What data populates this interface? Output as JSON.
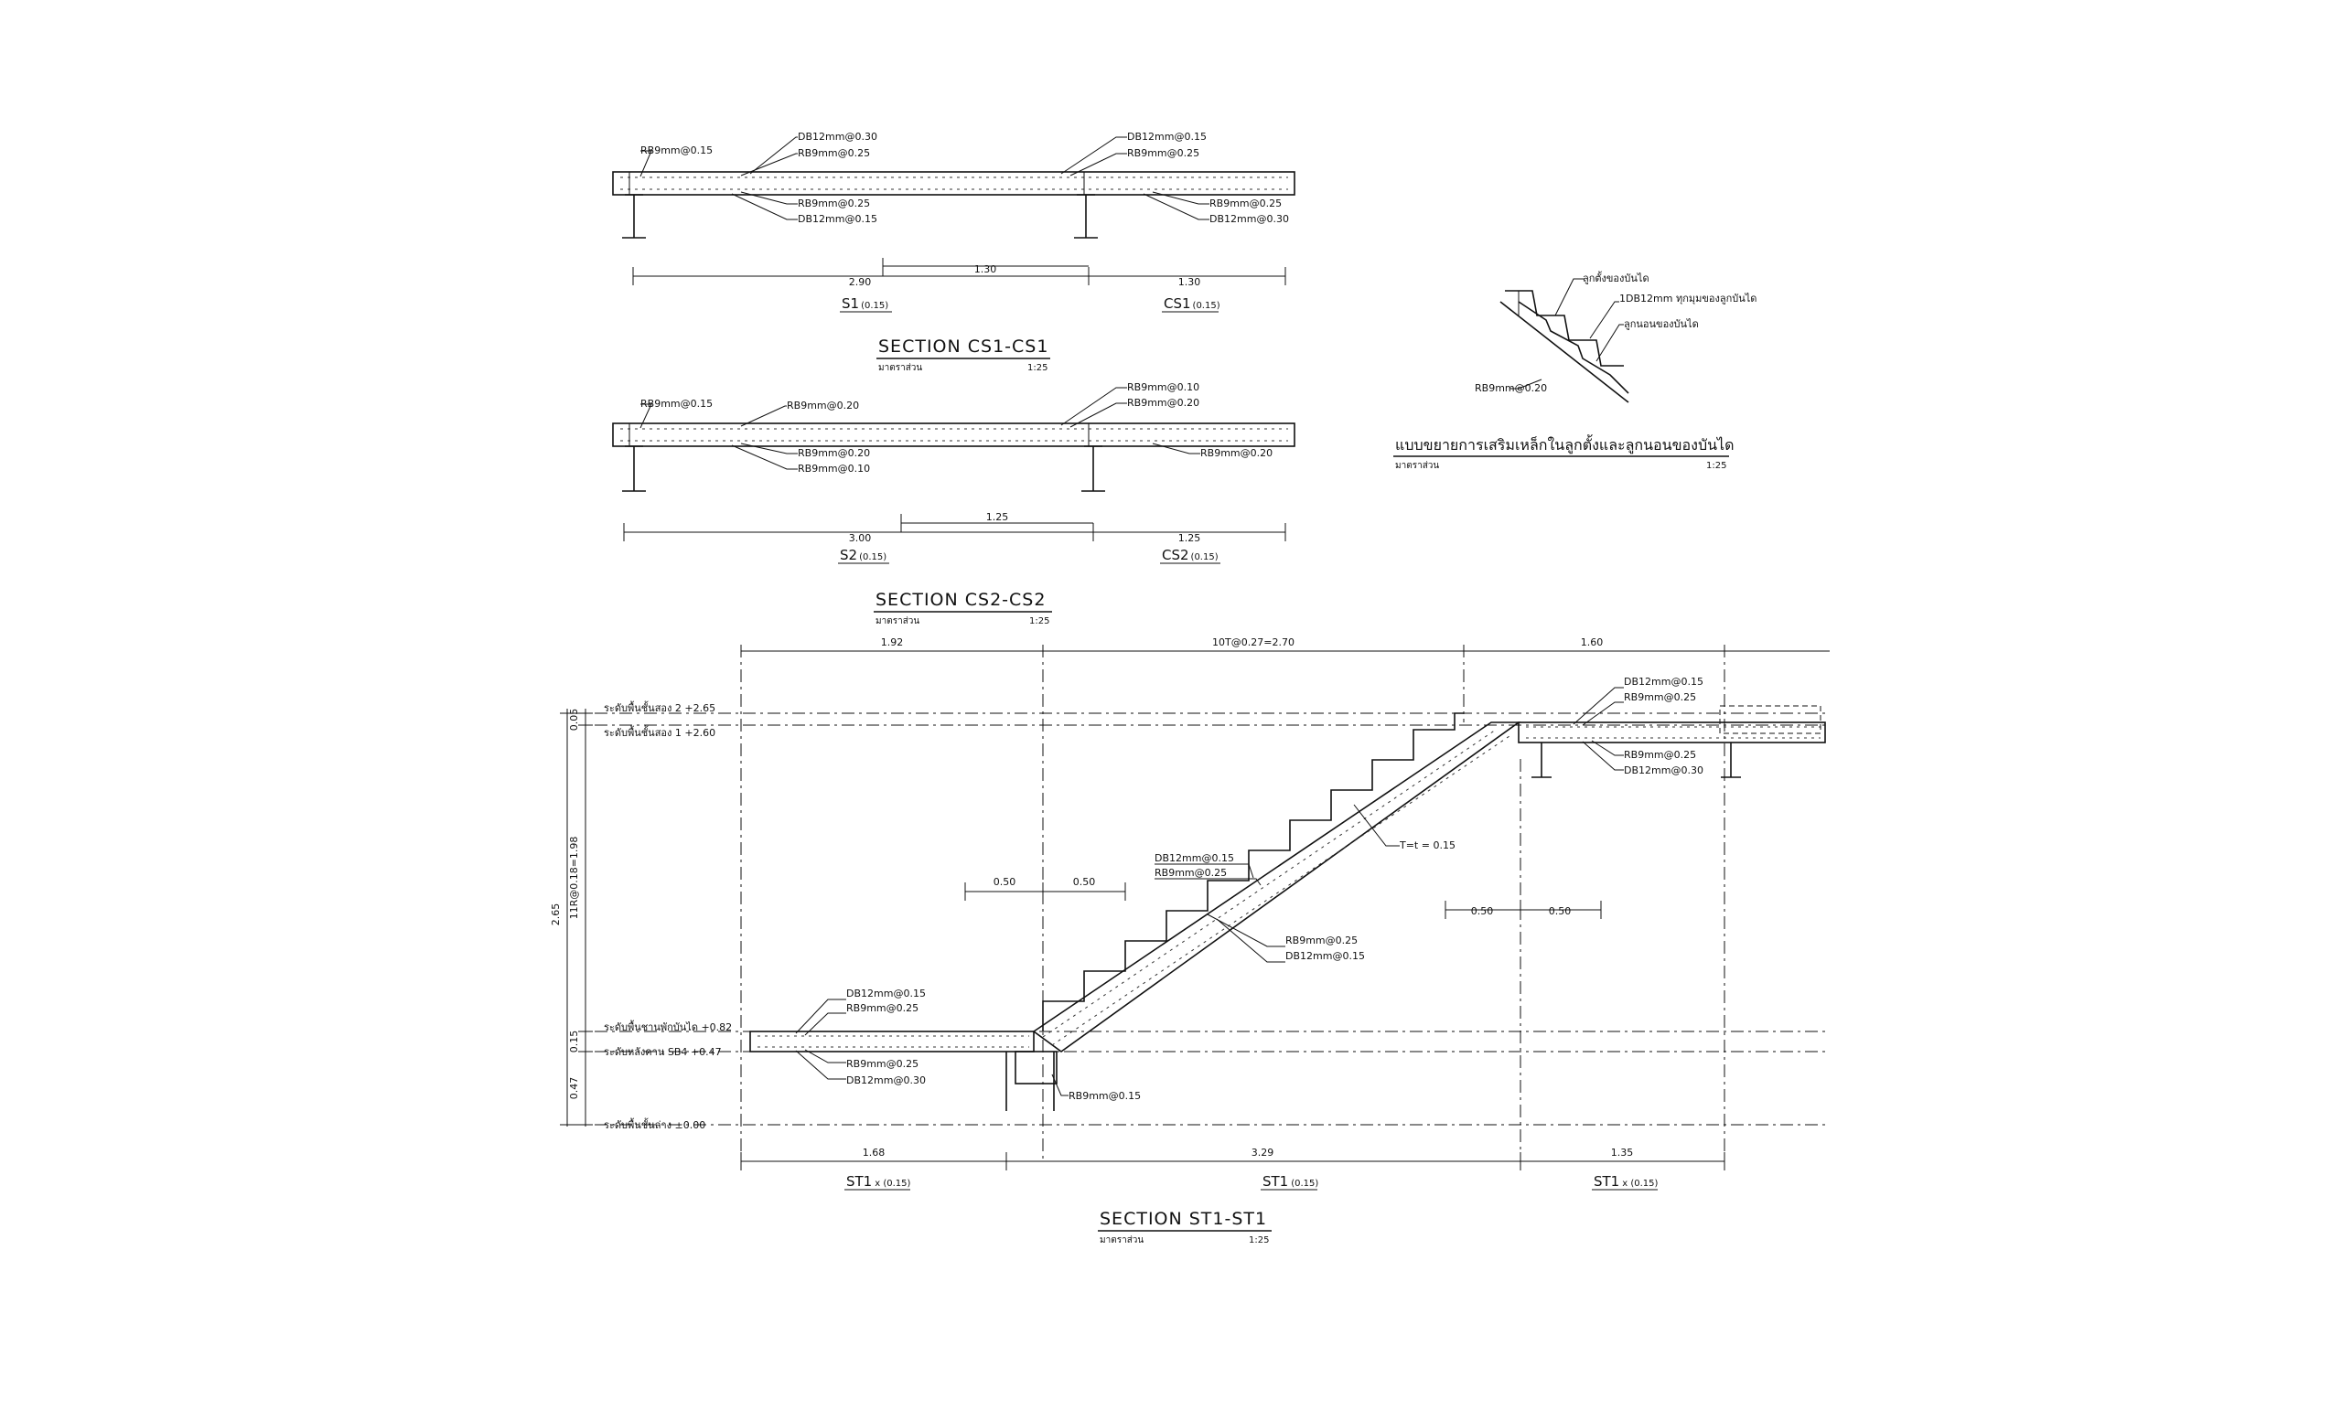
{
  "cs1": {
    "title": "SECTION  CS1-CS1",
    "scale_text": "มาตราส่วน",
    "scale": "1:25",
    "labels_top_left": [
      "RB9mm@0.15",
      "DB12mm@0.30",
      "RB9mm@0.25"
    ],
    "labels_top_right": [
      "DB12mm@0.15",
      "RB9mm@0.25"
    ],
    "labels_bottom_left": [
      "RB9mm@0.25",
      "DB12mm@0.15"
    ],
    "labels_bottom_right": [
      "RB9mm@0.25",
      "DB12mm@0.30"
    ],
    "dim_total": "2.90",
    "dim_mid": "1.30",
    "dim_right": "1.30",
    "tag_left": "S1",
    "tag_left_sub": "(0.15)",
    "tag_right": "CS1",
    "tag_right_sub": "(0.15)"
  },
  "cs2": {
    "title": "SECTION  CS2-CS2",
    "scale_text": "มาตราส่วน",
    "scale": "1:25",
    "labels_top_left": [
      "RB9mm@0.15",
      "RB9mm@0.20"
    ],
    "labels_top_right": [
      "RB9mm@0.10",
      "RB9mm@0.20"
    ],
    "labels_bottom_left": [
      "RB9mm@0.20",
      "RB9mm@0.10"
    ],
    "labels_bottom_right": [
      "RB9mm@0.20"
    ],
    "dim_total": "3.00",
    "dim_mid": "1.25",
    "dim_right": "1.25",
    "tag_left": "S2",
    "tag_left_sub": "(0.15)",
    "tag_right": "CS2",
    "tag_right_sub": "(0.15)"
  },
  "detail": {
    "title": "แบบขยายการเสริมเหล็กในลูกตั้งและลูกนอนของบันได",
    "scale_text": "มาตราส่วน",
    "scale": "1:25",
    "labels": [
      "ลูกตั้งของบันได",
      "1DB12mm ทุกมุมของลูกบันได",
      "ลูกนอนของบันได",
      "RB9mm@0.20"
    ]
  },
  "st1": {
    "title": "SECTION  ST1-ST1",
    "scale_text": "มาตราส่วน",
    "scale": "1:25",
    "top_dims": [
      "1.92",
      "10T@0.27=2.70",
      "1.60"
    ],
    "bottom_dims": [
      "1.68",
      "3.29",
      "1.35"
    ],
    "tags": [
      "ST1",
      "ST1",
      "ST1"
    ],
    "tag_subs": [
      "x (0.15)",
      "(0.15)",
      "x (0.15)"
    ],
    "levels": [
      "ระดับพื้นชั้นสอง 2 +2.65",
      "ระดับพื้นชั้นสอง 1 +2.60",
      "ระดับพื้นชานพักบันได +0.82",
      "ระดับหลังคาน SB4 +0.47",
      "ระดับพื้นชั้นล่าง ±0.00"
    ],
    "vert_dims": [
      "2.65",
      "11R@0.18=1.98",
      "0.15",
      "0.47",
      "0.05"
    ],
    "spacing_dims": [
      "0.50",
      "0.50",
      "0.50",
      "0.50"
    ],
    "landing_top_labels": [
      "DB12mm@0.15",
      "RB9mm@0.25"
    ],
    "landing_bottom_labels": [
      "RB9mm@0.25",
      "DB12mm@0.30"
    ],
    "flight_top_labels": [
      "DB12mm@0.15",
      "RB9mm@0.25"
    ],
    "flight_bottom_labels": [
      "RB9mm@0.25",
      "DB12mm@0.15"
    ],
    "upper_top_labels": [
      "DB12mm@0.15",
      "RB9mm@0.25"
    ],
    "upper_bottom_labels": [
      "RB9mm@0.25",
      "DB12mm@0.30"
    ],
    "thickness_label": "T=t = 0.15",
    "beam_label": "RB9mm@0.15"
  }
}
